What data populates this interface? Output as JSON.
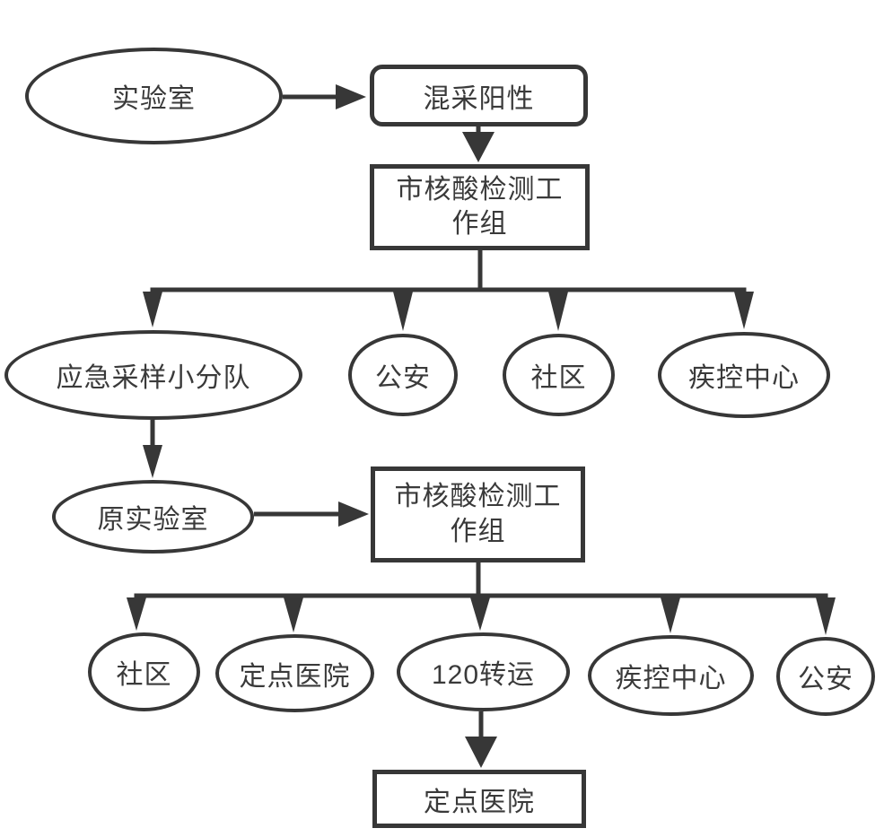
{
  "diagram": {
    "background_color": "#ffffff",
    "line_color": "#373737",
    "text_color": "#3a3a3a",
    "nodes": {
      "lab": {
        "label": "实验室",
        "shape": "ellipse"
      },
      "mixed_positive": {
        "label": "混采阳性",
        "shape": "rounded-rect"
      },
      "work_group_1": {
        "label": "市核酸检测工\n作组",
        "shape": "rect"
      },
      "emergency_team": {
        "label": "应急采样小分队",
        "shape": "ellipse"
      },
      "public_security_1": {
        "label": "公安",
        "shape": "ellipse"
      },
      "community_1": {
        "label": "社区",
        "shape": "ellipse"
      },
      "cdc_1": {
        "label": "疾控中心",
        "shape": "ellipse"
      },
      "original_lab": {
        "label": "原实验室",
        "shape": "ellipse"
      },
      "work_group_2": {
        "label": "市核酸检测工\n作组",
        "shape": "rect"
      },
      "community_2": {
        "label": "社区",
        "shape": "ellipse"
      },
      "designated_hospital_1": {
        "label": "定点医院",
        "shape": "ellipse"
      },
      "transfer_120": {
        "label": "120转运",
        "shape": "ellipse"
      },
      "cdc_2": {
        "label": "疾控中心",
        "shape": "ellipse"
      },
      "public_security_2": {
        "label": "公安",
        "shape": "ellipse"
      },
      "designated_hospital_2": {
        "label": "定点医院",
        "shape": "rect"
      }
    },
    "edges": [
      {
        "from": "lab",
        "to": "mixed_positive"
      },
      {
        "from": "mixed_positive",
        "to": "work_group_1"
      },
      {
        "from": "work_group_1",
        "to": "emergency_team"
      },
      {
        "from": "work_group_1",
        "to": "public_security_1"
      },
      {
        "from": "work_group_1",
        "to": "community_1"
      },
      {
        "from": "work_group_1",
        "to": "cdc_1"
      },
      {
        "from": "emergency_team",
        "to": "original_lab"
      },
      {
        "from": "original_lab",
        "to": "work_group_2"
      },
      {
        "from": "work_group_2",
        "to": "community_2"
      },
      {
        "from": "work_group_2",
        "to": "designated_hospital_1"
      },
      {
        "from": "work_group_2",
        "to": "transfer_120"
      },
      {
        "from": "work_group_2",
        "to": "cdc_2"
      },
      {
        "from": "work_group_2",
        "to": "public_security_2"
      },
      {
        "from": "transfer_120",
        "to": "designated_hospital_2"
      }
    ]
  }
}
